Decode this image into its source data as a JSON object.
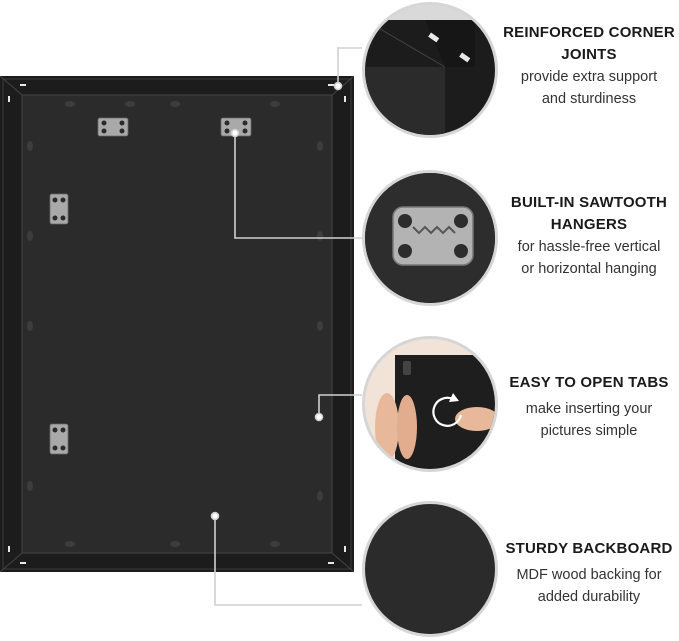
{
  "features": [
    {
      "title_line1": "REINFORCED CORNER",
      "title_line2": "JOINTS",
      "desc_line1": "provide extra support",
      "desc_line2": "and sturdiness"
    },
    {
      "title_line1": "BUILT-IN SAWTOOTH",
      "title_line2": "HANGERS",
      "desc_line1": "for hassle-free vertical",
      "desc_line2": "or horizontal hanging"
    },
    {
      "title_line1": "EASY TO OPEN TABS",
      "title_line2": "",
      "desc_line1": "make inserting your",
      "desc_line2": "pictures simple"
    },
    {
      "title_line1": "STURDY BACKBOARD",
      "title_line2": "",
      "desc_line1": "MDF wood backing for",
      "desc_line2": "added durability"
    }
  ],
  "icons": {
    "rotate": "rotate-arrow-icon"
  },
  "colors": {
    "frame": "#1c1c1c",
    "backboard": "#2b2b2b",
    "connector": "#d0d0d0",
    "hanger": "#a9a9a9"
  }
}
